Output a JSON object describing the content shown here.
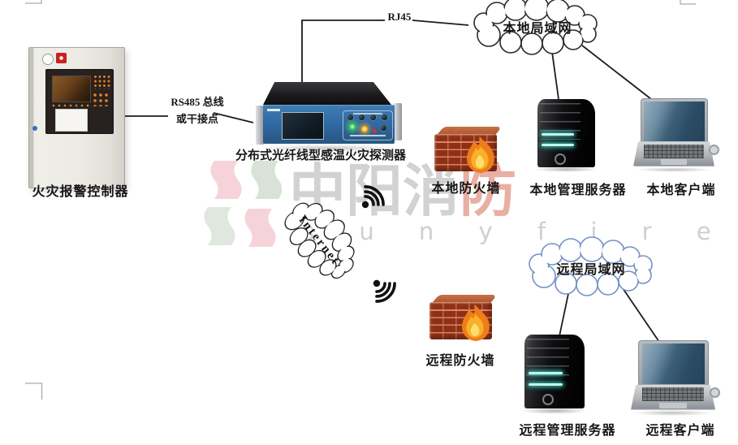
{
  "watermark": {
    "cn_gray": "中阳消",
    "cn_accent": "防",
    "en": "s u n y f i r e"
  },
  "nodes": {
    "fire_alarm_panel": {
      "label": "火灾报警控制器"
    },
    "detector": {
      "label": "分布式光纤线型感温火灾探测器"
    },
    "local_lan": {
      "label": "本地局域网"
    },
    "local_firewall": {
      "label": "本地防火墙"
    },
    "local_server": {
      "label": "本地管理服务器"
    },
    "local_client": {
      "label": "本地客户端"
    },
    "internet": {
      "label": "Internet"
    },
    "remote_firewall": {
      "label": "远程防火墙"
    },
    "remote_lan": {
      "label": "远程局域网"
    },
    "remote_server": {
      "label": "远程管理服务器"
    },
    "remote_client": {
      "label": "远程客户端"
    }
  },
  "links": {
    "rs485": {
      "line1": "RS485 总线",
      "line2": "或干接点"
    },
    "rj45": {
      "label": "RJ45"
    }
  },
  "colors": {
    "line": "#1c1c1c",
    "local_cloud_stroke": "#2a2a2a",
    "remote_cloud_stroke": "#7291c4",
    "watermark_gray": "#d2d2d2",
    "watermark_red": "#e9aea4",
    "logo_pink": "#f6d3da",
    "logo_green": "#dfe7de",
    "detector_panel_blue": "#3273ad",
    "firewall_brick": "#8e3018",
    "flame_orange": "#ef7d18",
    "led_green": "#35d04a",
    "led_amber": "#ffaa1e"
  }
}
